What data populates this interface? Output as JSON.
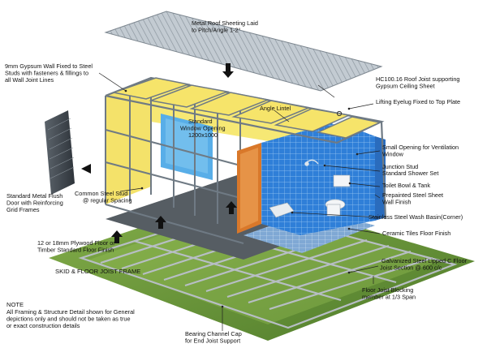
{
  "labels": {
    "roof_sheeting": [
      "Metal Roof Sheeting Laid",
      "to Pitch/Angle 1-2°"
    ],
    "gypsum_wall": [
      "9mm Gypsum Wall Fixed to Steel",
      "Studs with fasteners & fillings to",
      "all Wall Joint Lines"
    ],
    "roof_joist": [
      "HC100.16 Roof Joist supporting",
      "Gypsum Ceiling Sheet"
    ],
    "lifting_eyelug": "Lifting Eyelug Fixed to Top Plate",
    "angle_lintel": "Angle Lintel",
    "window_opening": [
      "Standard",
      "Window Opening",
      "1200x1000"
    ],
    "ventilation_window": [
      "Small Opening for Ventilation",
      "Window"
    ],
    "junction_stud": "Junction Stud",
    "shower_set": "Standard Shower Set",
    "toilet": "Toilet Bowl & Tank",
    "prepainted_sheet": [
      "Prepainted Steel Sheet",
      "Wall Finish"
    ],
    "door": [
      "Standard Metal Flush",
      "Door with Reinforcing",
      "Grid Frames"
    ],
    "common_stud": [
      "Common Steel Stud",
      "@ regular Spacing"
    ],
    "wash_basin": "Stainless Steel Wash Basin(Corner)",
    "ceramic_tiles": "Ceramic Tiles Floor Finish",
    "plywood_floor": [
      "12 or 18mm Plywood Floor or",
      "Timber Standard Floor Finish"
    ],
    "skid_frame": "SKID & FLOOR JOIST FRAME",
    "floor_joist": [
      "Galvanized Steel Lipped C Floor",
      "Joist Section @ 600 c/c"
    ],
    "joist_blocking": [
      "Floor Joist Blocking",
      "member at 1/3 Span"
    ],
    "bearing_channel": [
      "Bearing Channel Cap",
      "for End Joist Support"
    ],
    "note_title": "NOTE",
    "note_body": [
      "All Framing & Structure Detail shown for General",
      "depictions only and should not be taken as true",
      "or exact construction details"
    ]
  },
  "colors": {
    "yellow_wall": "#f6e46a",
    "blue_tile": "#2e7bd6",
    "steel": "#7f8a94",
    "grass": "#6f9a3a",
    "door_orange": "#d9782a",
    "roof": "#b9c3cc"
  }
}
